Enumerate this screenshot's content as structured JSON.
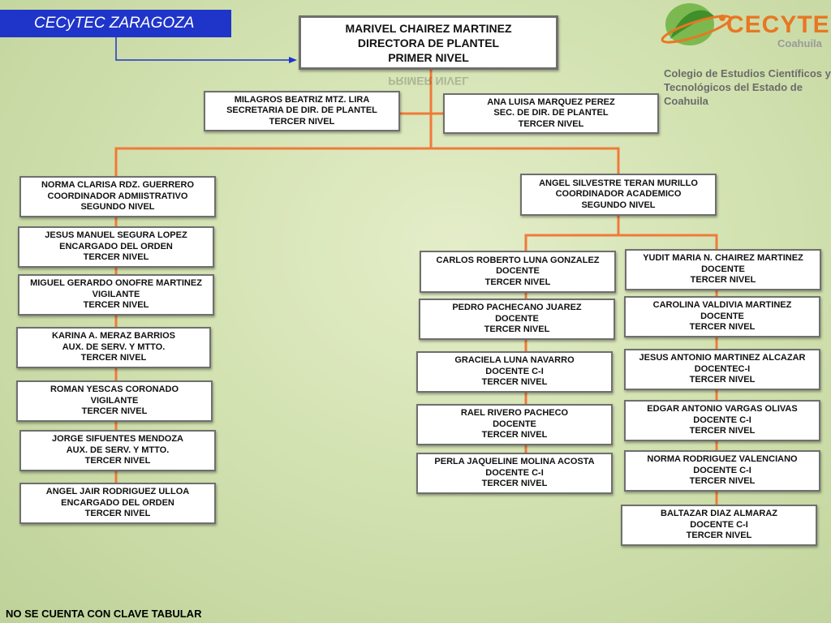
{
  "header": {
    "title": "CECyTEC ZARAGOZA"
  },
  "logo": {
    "word": "CECYTE",
    "sub": "Coahuila",
    "institution_line1": "Colegio de Estudios Científicos y",
    "institution_line2": "Tecnológicos del Estado de Coahuila"
  },
  "footer": {
    "note": "NO SE CUENTA CON CLAVE TABULAR"
  },
  "colors": {
    "connector": "#f07a3a",
    "title_bg": "#1f35c9",
    "logo_orange": "#e87722",
    "logo_green": "#6cb33f"
  },
  "director": {
    "lines": [
      "MARIVEL CHAIREZ MARTINEZ",
      "DIRECTORA DE PLANTEL",
      "PRIMER  NIVEL"
    ]
  },
  "secretaries": [
    {
      "lines": [
        "MILAGROS BEATRIZ MTZ. LIRA",
        "SECRETARIA DE DIR. DE PLANTEL",
        "TERCER NIVEL"
      ]
    },
    {
      "lines": [
        "ANA LUISA MARQUEZ PEREZ",
        "SEC. DE DIR. DE PLANTEL",
        "TERCER NIVEL"
      ]
    }
  ],
  "admin": {
    "head": {
      "lines": [
        "NORMA CLARISA RDZ. GUERRERO",
        "COORDINADOR ADMIISTRATIVO",
        "SEGUNDO NIVEL"
      ]
    },
    "staff": [
      {
        "lines": [
          "JESUS MANUEL SEGURA LOPEZ",
          "ENCARGADO DEL ORDEN",
          "TERCER NIVEL"
        ]
      },
      {
        "lines": [
          "MIGUEL GERARDO ONOFRE MARTINEZ",
          "VIGILANTE",
          "TERCER NIVEL"
        ]
      },
      {
        "lines": [
          "KARINA A. MERAZ BARRIOS",
          "AUX. DE SERV. Y MTTO.",
          "TERCER NIVEL"
        ]
      },
      {
        "lines": [
          "ROMAN YESCAS CORONADO",
          "VIGILANTE",
          "TERCER NIVEL"
        ]
      },
      {
        "lines": [
          "JORGE SIFUENTES MENDOZA",
          "AUX. DE SERV. Y MTTO.",
          "TERCER NIVEL"
        ]
      },
      {
        "lines": [
          "ANGEL JAIR RODRIGUEZ ULLOA",
          "ENCARGADO DEL ORDEN",
          "TERCER NIVEL"
        ]
      }
    ]
  },
  "academic": {
    "head": {
      "lines": [
        "ANGEL SILVESTRE TERAN MURILLO",
        "COORDINADOR ACADEMICO",
        "SEGUNDO NIVEL"
      ]
    },
    "left": [
      {
        "lines": [
          "CARLOS ROBERTO LUNA GONZALEZ",
          "DOCENTE",
          "TERCER NIVEL"
        ]
      },
      {
        "lines": [
          "PEDRO PACHECANO JUAREZ",
          "DOCENTE",
          "TERCER NIVEL"
        ]
      },
      {
        "lines": [
          "GRACIELA LUNA NAVARRO",
          "DOCENTE C-I",
          "TERCER NIVEL"
        ]
      },
      {
        "lines": [
          "RAEL RIVERO PACHECO",
          "DOCENTE",
          "TERCER NIVEL"
        ]
      },
      {
        "lines": [
          "PERLA JAQUELINE  MOLINA ACOSTA",
          "DOCENTE C-I",
          "TERCER NIVEL"
        ]
      }
    ],
    "right": [
      {
        "lines": [
          "YUDIT MARIA N. CHAIREZ MARTINEZ",
          "DOCENTE",
          "TERCER NIVEL"
        ]
      },
      {
        "lines": [
          "CAROLINA VALDIVIA MARTINEZ",
          "DOCENTE",
          "TERCER NIVEL"
        ]
      },
      {
        "lines": [
          "JESUS ANTONIO MARTINEZ ALCAZAR",
          "DOCENTEC-I",
          "TERCER NIVEL"
        ]
      },
      {
        "lines": [
          "EDGAR ANTONIO VARGAS OLIVAS",
          "DOCENTE C-I",
          "TERCER NIVEL"
        ]
      },
      {
        "lines": [
          "NORMA RODRIGUEZ VALENCIANO",
          "DOCENTE C-I",
          "TERCER NIVEL"
        ]
      },
      {
        "lines": [
          "BALTAZAR DIAZ ALMARAZ",
          "DOCENTE C-I",
          "TERCER NIVEL"
        ]
      }
    ]
  }
}
